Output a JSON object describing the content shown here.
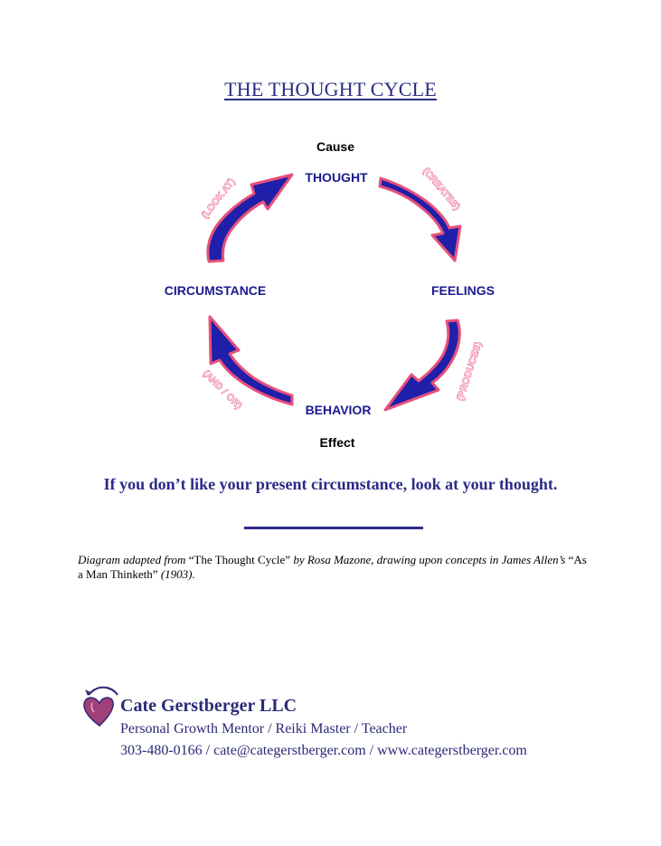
{
  "title": "THE THOUGHT CYCLE",
  "cycle": {
    "cause_label": "Cause",
    "effect_label": "Effect",
    "nodes": {
      "thought": "THOUGHT",
      "feelings": "FEELINGS",
      "behavior": "BEHAVIOR",
      "circumstance": "CIRCUMSTANCE"
    },
    "edges": {
      "thought_to_feelings": "(CREATES)",
      "feelings_to_behavior": "(PRODUCES)",
      "behavior_to_circumstance": "(AND / OR)",
      "circumstance_to_thought": "(LOOK AT)"
    },
    "colors": {
      "arrow_fill": "#1f1faa",
      "arrow_outline": "#e8507a",
      "node_text": "#1a1a90"
    }
  },
  "tagline": "If you don’t like your present circumstance, look at your thought.",
  "attribution": {
    "prefix": "Diagram adapted from ",
    "work": "“The Thought Cycle”",
    "by": " by Rosa Mazone, drawing upon concepts in James Allen’s ",
    "book": "“As a Man Thinketh”",
    "year": " (1903)."
  },
  "footer": {
    "company": "Cate Gerstberger LLC",
    "roles": "Personal Growth Mentor / Reiki Master / Teacher",
    "contact": "303-480-0166 / cate@categerstberger.com / www.categerstberger.com"
  }
}
